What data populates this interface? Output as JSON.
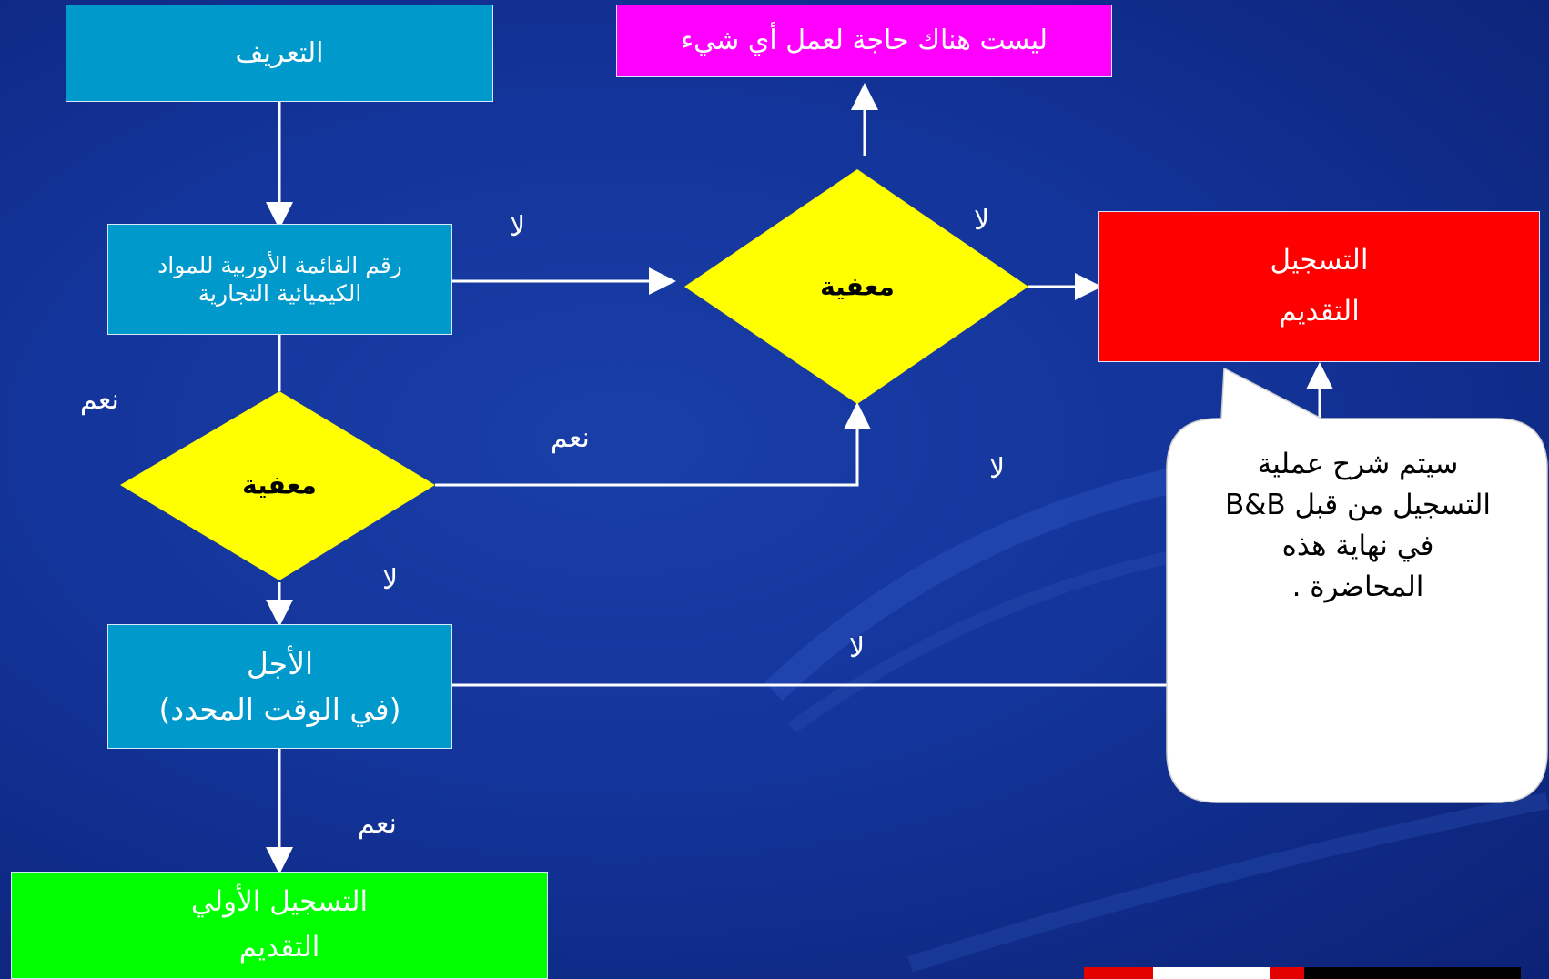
{
  "nodes": {
    "definition": "التعريف",
    "einecs_line1": "رقم القائمة الأوربية للمواد",
    "einecs_line2": "الكيميائية التجارية",
    "nothing": "ليست هناك حاجة لعمل أي شيء",
    "exempt_top": "معفية",
    "exempt_mid": "معفية",
    "registration_line1": "التسجيل",
    "registration_line2": "التقديم",
    "deadline_line1": "الأجل",
    "deadline_line2": "(في الوقت المحدد)",
    "pre_registration_line1": "التسجيل الأولي",
    "pre_registration_line2": "التقديم"
  },
  "labels": {
    "no_einecs_to_exempt": "لا",
    "no_exempt_to_registration": "لا",
    "yes_einecs": "نعم",
    "yes_mid_exempt": "نعم",
    "no_right_middle": "لا",
    "no_mid_exempt_down": "لا",
    "no_deadline": "لا",
    "yes_deadline": "نعم"
  },
  "callout": {
    "line1": "سيتم شرح عملية",
    "line2": "التسجيل من قبل B&B",
    "line3": "في نهاية هذه",
    "line4": "المحاضرة ."
  },
  "colors": {
    "process": "#0099cc",
    "decision": "#ffff00",
    "terminal_nothing": "#ff00ff",
    "registration": "#ff0000",
    "pre_registration": "#00ff00",
    "arrows": "#ffffff"
  }
}
